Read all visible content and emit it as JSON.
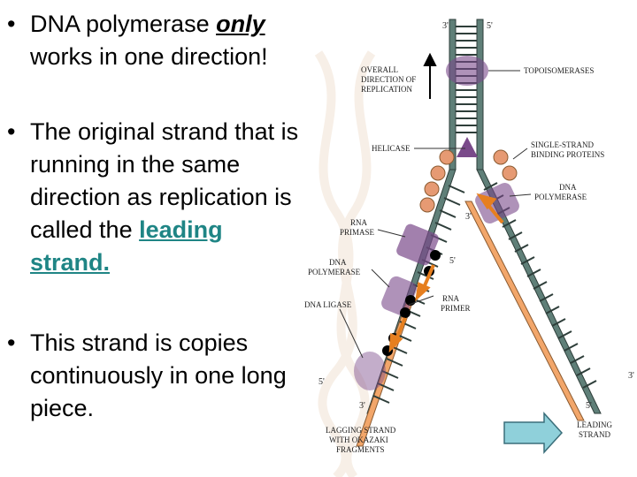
{
  "bullets": [
    {
      "pre": "DNA polymerase ",
      "em": "only",
      "post": " works in one direction!"
    },
    {
      "pre": "The original strand that is running in the same direction as replication is called the ",
      "link": "leading strand."
    },
    {
      "pre": "This strand is copies continuously in one long piece."
    }
  ],
  "figure": {
    "labels": {
      "overall1": "OVERALL",
      "overall2": "DIRECTION OF",
      "overall3": "REPLICATION",
      "topo": "TOPOISOMERASES",
      "helicase": "HELICASE",
      "ssb1": "SINGLE-STRAND",
      "ssb2": "BINDING PROTEINS",
      "dnapolR1": "DNA",
      "dnapolR2": "POLYMERASE",
      "primase1": "RNA",
      "primase2": "PRIMASE",
      "dnapolL1": "DNA",
      "dnapolL2": "POLYMERASE",
      "rnaprimer1": "RNA",
      "rnaprimer2": "PRIMER",
      "ligase": "DNA LIGASE",
      "lagging1": "LAGGING STRAND",
      "lagging2": "WITH OKAZAKI",
      "lagging3": "FRAGMENTS",
      "leading1": "LEADING",
      "leading2": "STRAND"
    },
    "ends": {
      "top3": "3'",
      "top5": "5'",
      "mid3": "3'",
      "mid5": "5'",
      "left5": "5'",
      "bottom3": "3'",
      "right3": "3'",
      "right5": "5'"
    }
  },
  "colors": {
    "link": "#1f8585",
    "strand": "#5f7f78",
    "newstrand": "#f2a66a",
    "protein": "#7a4a8a",
    "ssb": "#e69a73",
    "arrow": "#8fd0da"
  }
}
